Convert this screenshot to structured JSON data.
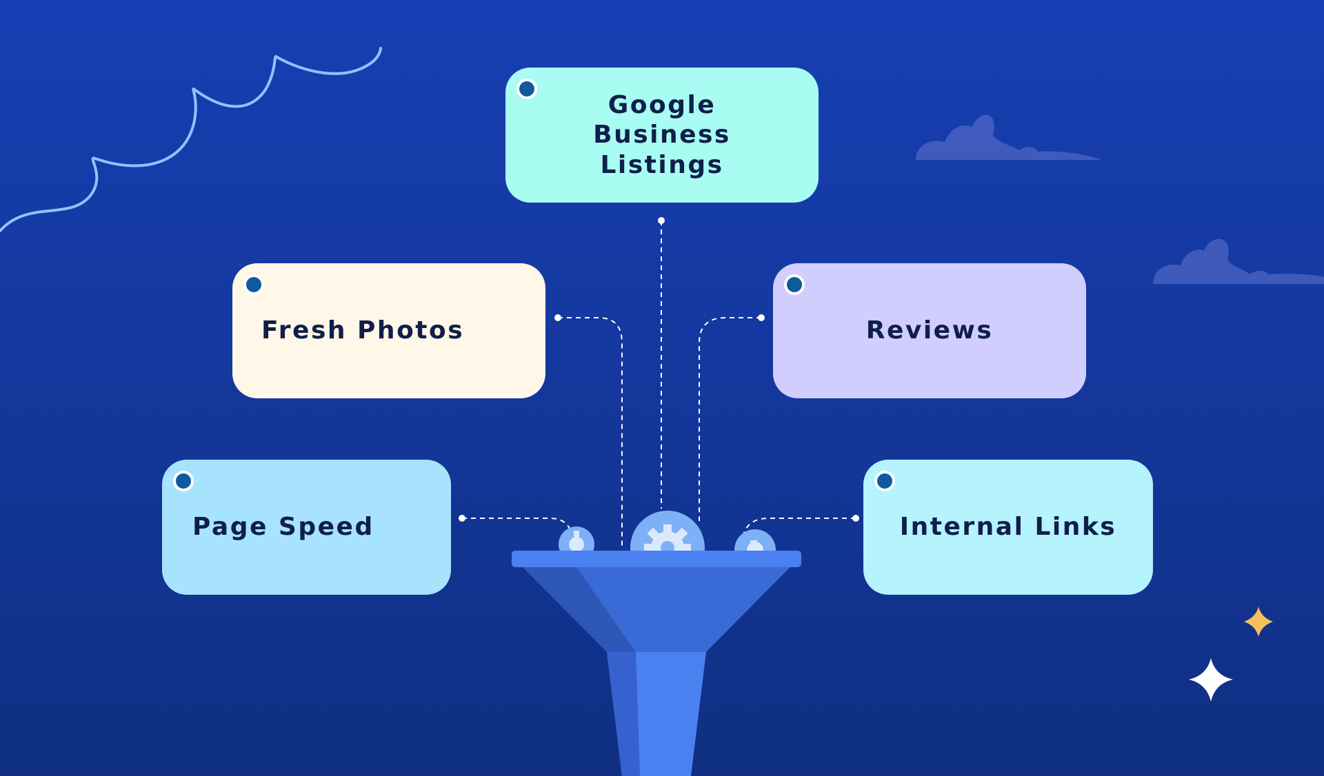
{
  "cards": {
    "google_business": "Google Business Listings",
    "fresh_photos": "Fresh Photos",
    "reviews": "Reviews",
    "page_speed": "Page Speed",
    "internal_links": "Internal Links"
  },
  "colors": {
    "background_top": "#173fb3",
    "background_bottom": "#102f82",
    "funnel": "#3b6fe0",
    "card_google_business": "#a8fcf2",
    "card_fresh_photos": "#fff7e7",
    "card_reviews": "#d1cefd",
    "card_page_speed": "#a8e3fd",
    "card_internal_links": "#b5f3fd",
    "pin": "#0f5a9c",
    "star_gold": "#f5c15c"
  },
  "icons": [
    "gear-icon",
    "cloud-icon",
    "sparkle-icon"
  ]
}
